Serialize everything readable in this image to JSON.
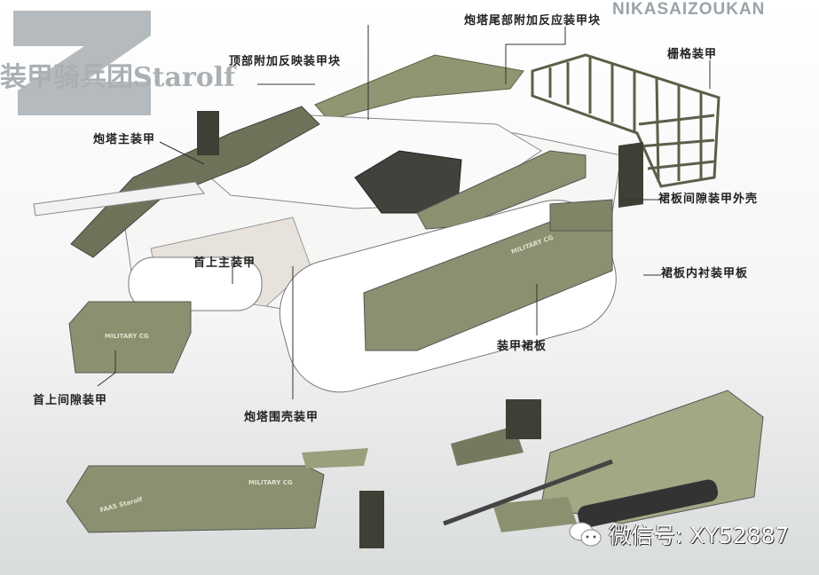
{
  "watermark": {
    "logo_letter": "Z",
    "brand": "装甲骑兵团Starolf",
    "site": "NIKASAIZOUKAN"
  },
  "labels": {
    "turret_rear_era": "炮塔尾部附加反应装甲块",
    "top_era": "顶部附加反映装甲块",
    "slat_armor": "栅格装甲",
    "turret_main_armor": "炮塔主装甲",
    "skirt_spaced_shell": "裙板间隙装甲外壳",
    "glacis_main_armor": "首上主装甲",
    "skirt_liner_plate": "裙板内衬装甲板",
    "armor_skirt": "装甲裙板",
    "glacis_spaced_armor": "首上间隙装甲",
    "turret_shell_armor": "炮塔围壳装甲"
  },
  "stencils": {
    "military_1": "MILITARY CG",
    "military_2": "MILITARY CG",
    "military_3": "MILITARY CG",
    "faas": "FAAS Starolf"
  },
  "footer": {
    "wechat_id": "微信号: XY52887"
  },
  "colors": {
    "armor_green": "#8b9170",
    "armor_dark": "#5e6450",
    "hull_white": "#f6f6f4"
  }
}
